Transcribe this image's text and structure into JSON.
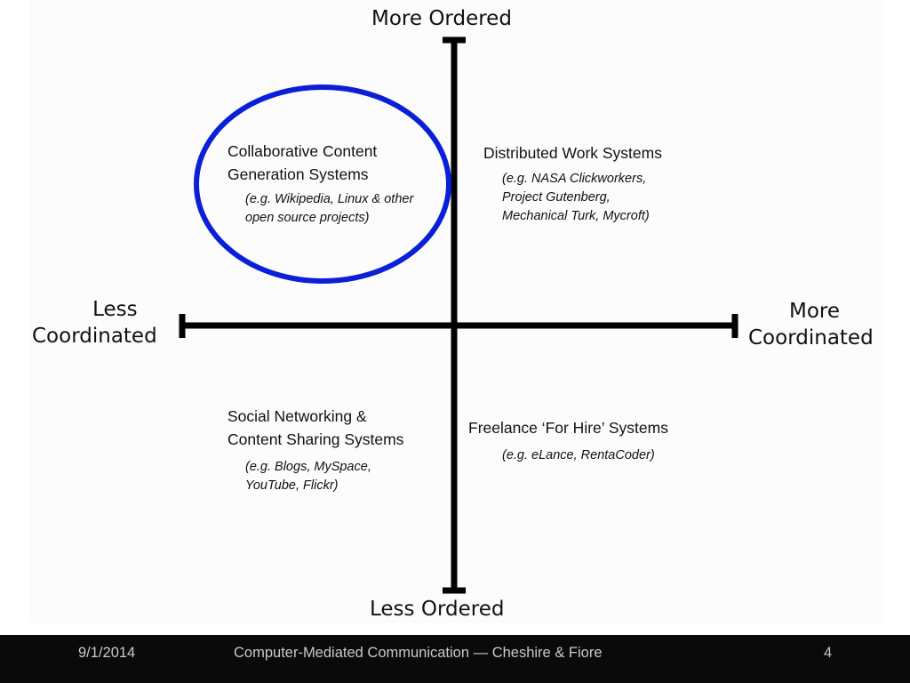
{
  "axes": {
    "top": "More Ordered",
    "bottom": "Less Ordered",
    "left": [
      "Less",
      "Coordinated"
    ],
    "right": [
      "More",
      "Coordinated"
    ]
  },
  "quadrants": {
    "top_left": {
      "title": [
        "Collaborative Content",
        "Generation Systems"
      ],
      "examples": [
        "(e.g. Wikipedia, Linux & other",
        "open source projects)"
      ],
      "highlighted": true
    },
    "top_right": {
      "title": [
        "Distributed Work Systems"
      ],
      "examples": [
        "(e.g.  NASA Clickworkers,",
        "Project Gutenberg,",
        "Mechanical Turk, Mycroft)"
      ]
    },
    "bottom_left": {
      "title": [
        "Social Networking &",
        "Content Sharing Systems"
      ],
      "examples": [
        "(e.g. Blogs, MySpace,",
        "YouTube,  Flickr)"
      ]
    },
    "bottom_right": {
      "title": [
        "Freelance ‘For Hire’ Systems"
      ],
      "examples": [
        "(e.g. eLance, RentaCoder)"
      ]
    }
  },
  "colors": {
    "axis": "#000000",
    "highlight_circle": "#0a1fd8",
    "footer_bg": "#0a0a0a",
    "footer_text": "#c9c9c9"
  },
  "footer": {
    "date": "9/1/2014",
    "title": "Computer-Mediated Communication — Cheshire & Fiore",
    "page": "4"
  }
}
